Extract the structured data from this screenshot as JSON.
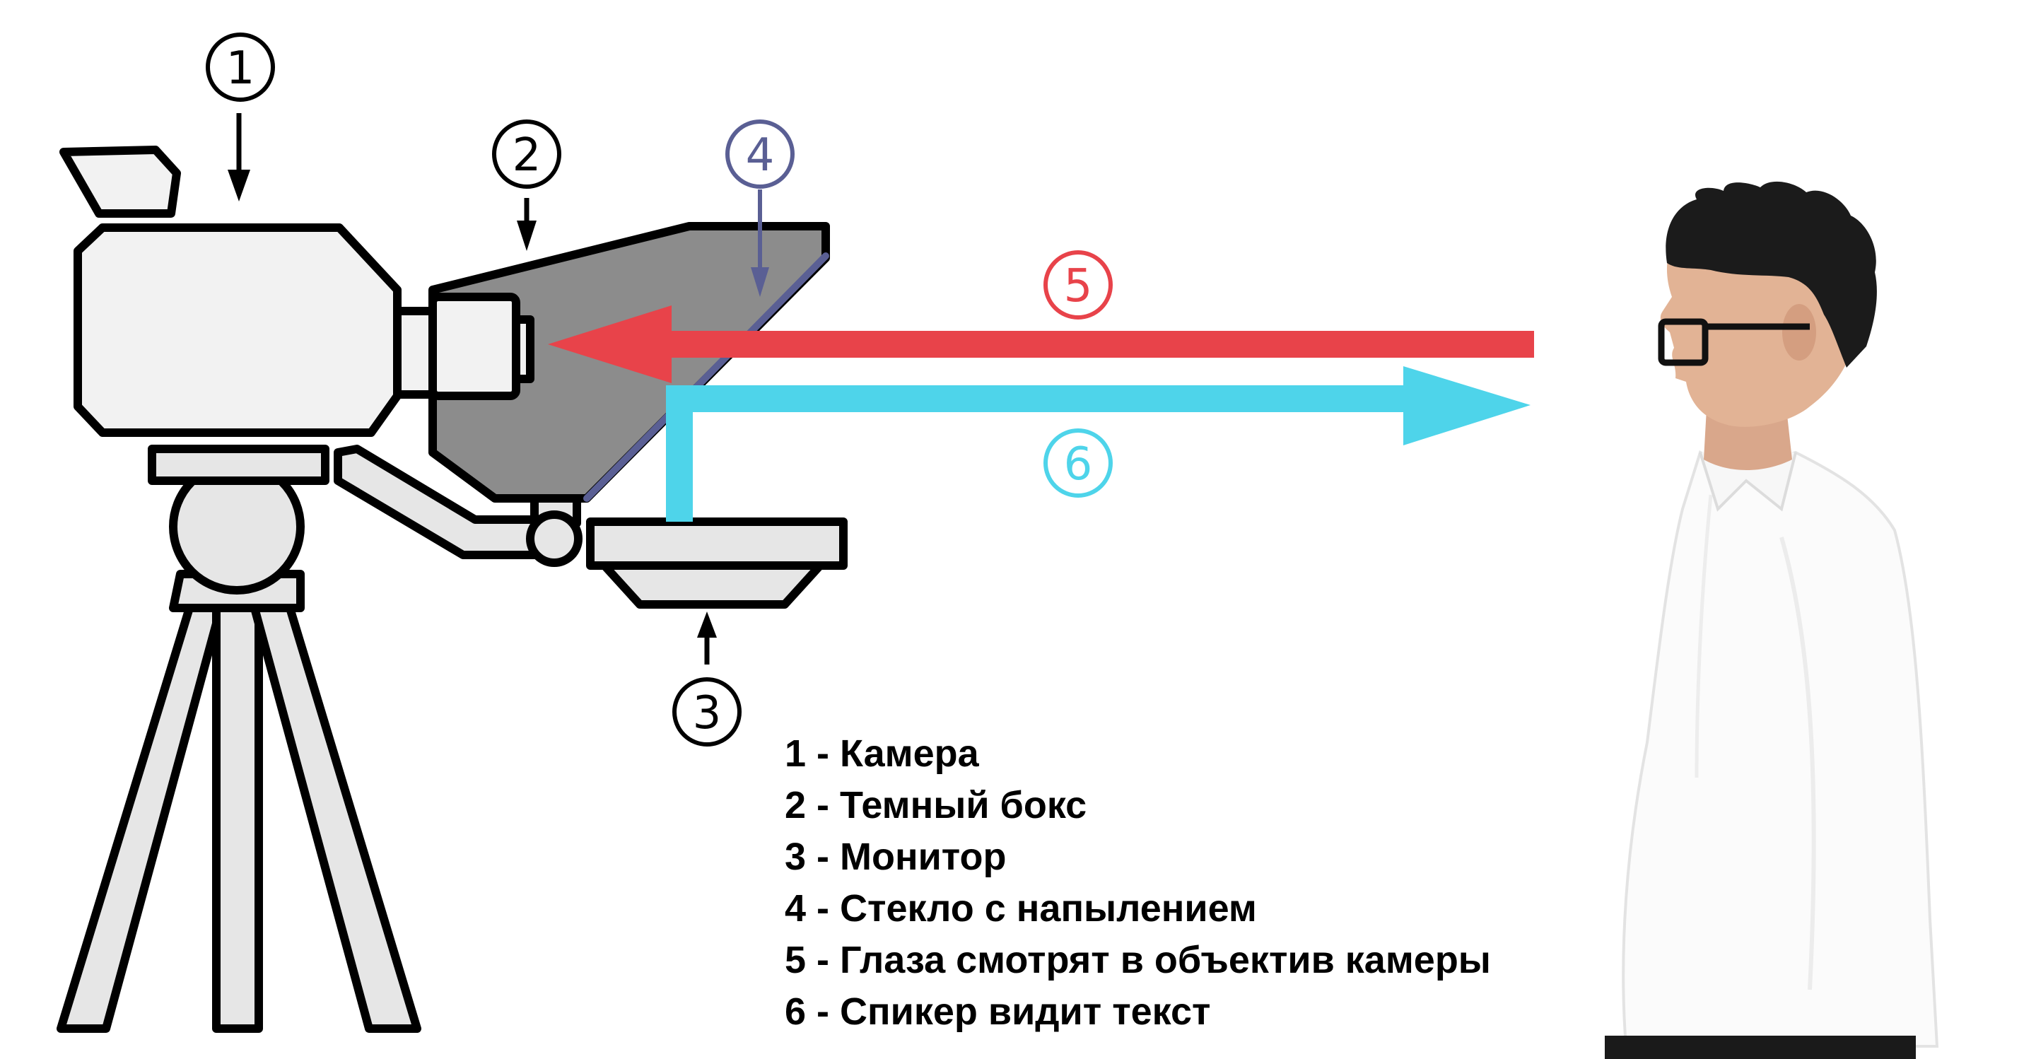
{
  "callouts": [
    {
      "number": "1",
      "color": "#000000"
    },
    {
      "number": "2",
      "color": "#000000"
    },
    {
      "number": "3",
      "color": "#000000"
    },
    {
      "number": "4",
      "color": "#5a5f94"
    },
    {
      "number": "5",
      "color": "#e8434a"
    },
    {
      "number": "6",
      "color": "#4ed4ea"
    }
  ],
  "legend": [
    "1 - Камера",
    "2 - Темный бокс",
    "3 - Монитор",
    "4 - Стекло с напылением",
    "5 - Глаза смотрят в объектив камеры",
    "6 - Спикер видит текст"
  ],
  "colors": {
    "outline": "#000000",
    "camera_fill": "#f2f2f2",
    "box_fill": "#8c8c8c",
    "glass": "#5a5f94",
    "eye_line": "#e8434a",
    "text_line": "#4ed4ea"
  }
}
